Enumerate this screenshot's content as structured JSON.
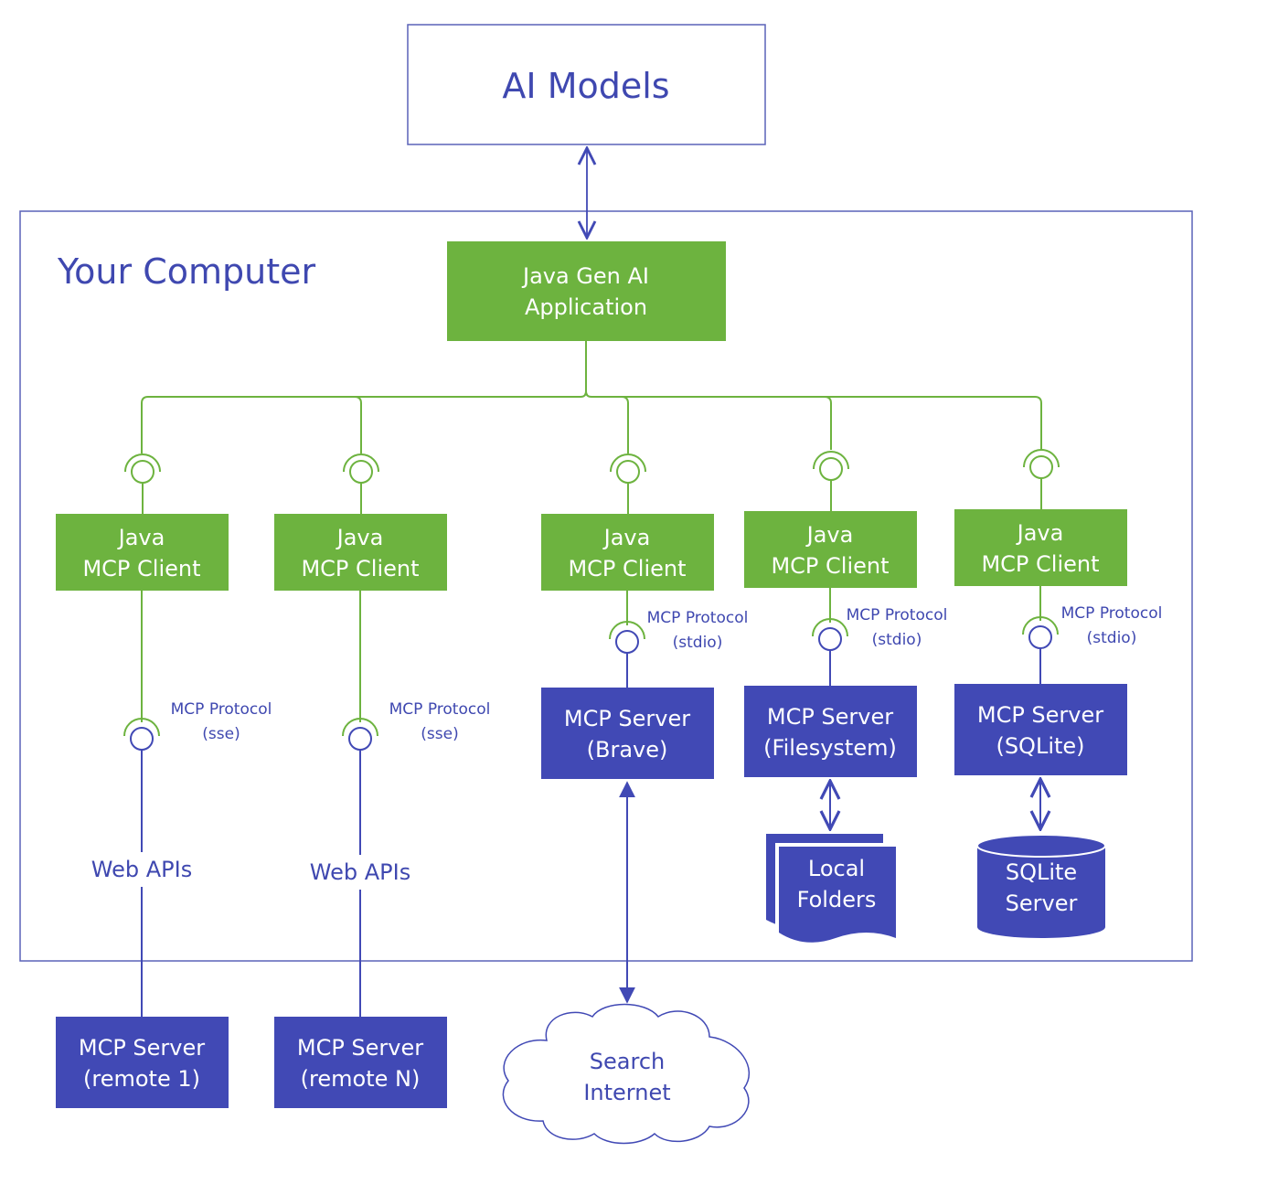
{
  "colors": {
    "green": "#6db33f",
    "blue": "#4149b5",
    "navy_text": "#3f48b0",
    "border": "#5a62b8"
  },
  "ai_models": {
    "label": "AI Models"
  },
  "computer": {
    "title": "Your Computer"
  },
  "app": {
    "line1": "Java Gen AI",
    "line2": "Application"
  },
  "clients": [
    {
      "line1": "Java",
      "line2": "MCP Client"
    },
    {
      "line1": "Java",
      "line2": "MCP Client"
    },
    {
      "line1": "Java",
      "line2": "MCP Client"
    },
    {
      "line1": "Java",
      "line2": "MCP Client"
    },
    {
      "line1": "Java",
      "line2": "MCP Client"
    }
  ],
  "protocols": [
    {
      "line1": "MCP Protocol",
      "line2": "(sse)"
    },
    {
      "line1": "MCP Protocol",
      "line2": "(sse)"
    },
    {
      "line1": "MCP Protocol",
      "line2": "(stdio)"
    },
    {
      "line1": "MCP Protocol",
      "line2": "(stdio)"
    },
    {
      "line1": "MCP Protocol",
      "line2": "(stdio)"
    }
  ],
  "web_apis": [
    "Web APIs",
    "Web APIs"
  ],
  "local_servers": [
    {
      "line1": "MCP Server",
      "line2": "(Brave)"
    },
    {
      "line1": "MCP Server",
      "line2": "(Filesystem)"
    },
    {
      "line1": "MCP Server",
      "line2": "(SQLite)"
    }
  ],
  "remote_servers": [
    {
      "line1": "MCP Server",
      "line2": "(remote 1)"
    },
    {
      "line1": "MCP Server",
      "line2": "(remote N)"
    }
  ],
  "search": {
    "line1": "Search",
    "line2": "Internet"
  },
  "folders": {
    "line1": "Local",
    "line2": "Folders"
  },
  "sqlite": {
    "line1": "SQLite",
    "line2": "Server"
  }
}
